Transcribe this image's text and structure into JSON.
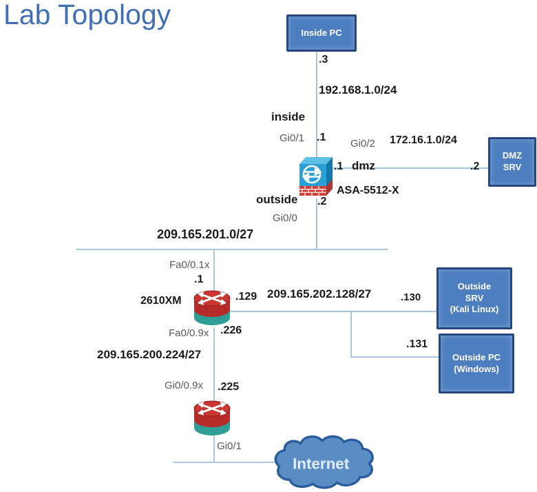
{
  "title": "Lab Topology",
  "devices": {
    "inside_pc": {
      "name": "Inside PC"
    },
    "asa": {
      "model": "ASA-5512-X"
    },
    "dmz_srv": {
      "line1": "DMZ",
      "line2": "SRV"
    },
    "router_2610xm": {
      "model": "2610XM"
    },
    "outside_srv": {
      "line1": "Outside",
      "line2": "SRV",
      "line3": "(Kali Linux)"
    },
    "outside_pc": {
      "line1": "Outside PC",
      "line2": "(Windows)"
    },
    "internet": {
      "name": "Internet"
    }
  },
  "networks": {
    "inside": "192.168.1.0/24",
    "dmz": "172.16.1.0/24",
    "outside": "209.165.201.0/27",
    "outside_lan": "209.165.202.128/27",
    "transit": "209.165.200.224/27"
  },
  "interfaces": {
    "asa_inside_name": "inside",
    "asa_gi01": "Gi0/1",
    "asa_gi02": "Gi0/2",
    "asa_dmz_name": "dmz",
    "asa_outside_name": "outside",
    "asa_gi00": "Gi0/0",
    "r1_fa001x": "Fa0/0.1x",
    "r1_fa009x": "Fa0/0.9x",
    "r2_gi009x": "Gi0/0.9x",
    "r2_gi01": "Gi0/1"
  },
  "addresses": {
    "inside_pc": ".3",
    "asa_inside": ".1",
    "asa_dmz": ".1",
    "dmz_srv": ".2",
    "asa_outside": ".2",
    "r1_outside": ".1",
    "r1_outside_lan": ".129",
    "outside_srv": ".130",
    "outside_pc": ".131",
    "r1_transit": ".226",
    "r2_transit": ".225"
  },
  "colors": {
    "title": "#3f6fb4",
    "node_fill": "#4d7ec0",
    "node_border": "#25477e",
    "link_line": "#a9c5e2",
    "router_red": "#c23430",
    "router_teal": "#2f9e96",
    "asa_blue": "#2aa0d4",
    "firewall_brick_red": "#d04038",
    "cloud_fill": "#5b8dc5",
    "cloud_border": "#2a5d9b"
  }
}
